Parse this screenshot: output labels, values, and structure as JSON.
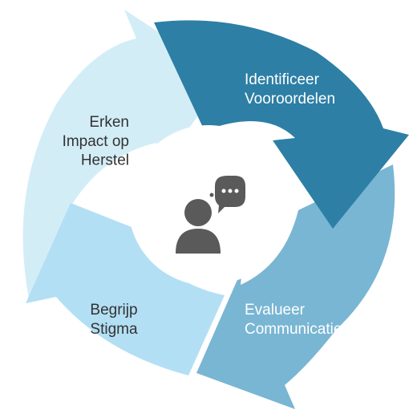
{
  "diagram": {
    "center_icon": "person-thinking-icon",
    "segments": [
      {
        "id": "identificeer",
        "label_lines": [
          "Identificeer",
          "Vooroordelen"
        ],
        "color": "#2d7fa5",
        "text_color": "#ffffff"
      },
      {
        "id": "evalueer",
        "label_lines": [
          "Evalueer",
          "Communicatie"
        ],
        "color": "#79b6d3",
        "text_color": "#ffffff"
      },
      {
        "id": "begrijp",
        "label_lines": [
          "Begrijp",
          "Stigma"
        ],
        "color": "#b3dff4",
        "text_color": "#333333"
      },
      {
        "id": "erken",
        "label_lines": [
          "Erken",
          "Impact op",
          "Herstel"
        ],
        "color": "#d3edf7",
        "text_color": "#333333"
      }
    ],
    "colors": {
      "icon": "#5a5a5a",
      "center": "#ffffff"
    }
  }
}
